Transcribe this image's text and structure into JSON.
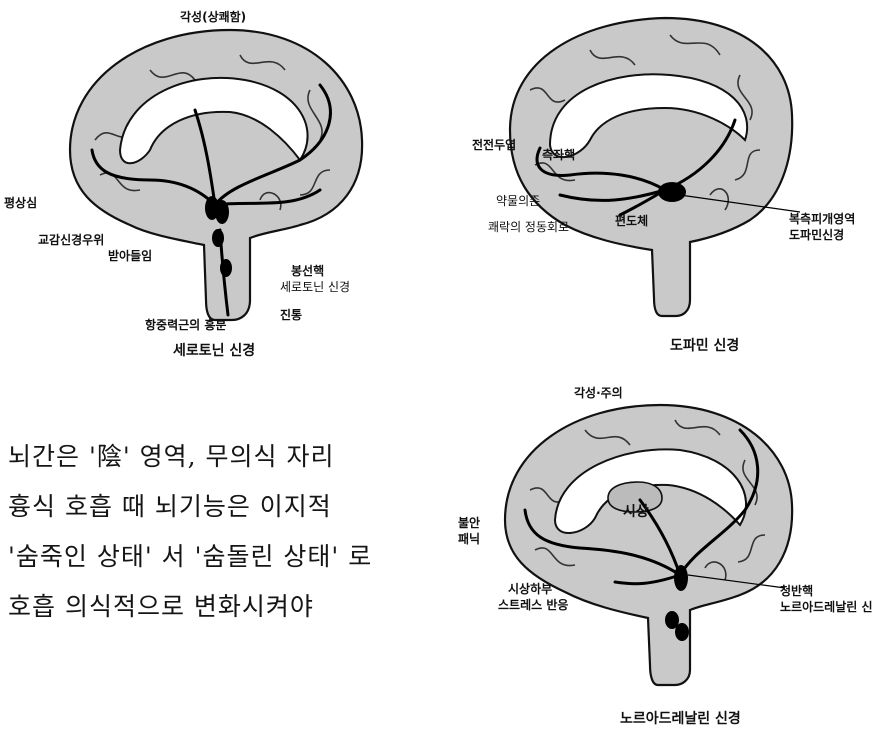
{
  "serotonin": {
    "top_label": "각성(상쾌함)",
    "left_label": "평상심",
    "autonomic_label_1": "교감신경우위",
    "autonomic_label_2": "받아들임",
    "raphe_label": "봉선핵",
    "neuron_label": "세로토닌 신경",
    "analgesia_label": "진통",
    "antigravity_label": "항중력근의 흥분",
    "caption": "세로토닌 신경"
  },
  "dopamine": {
    "prefrontal_label": "전전두엽",
    "accumbens_label": "측좌핵",
    "addiction_label": "약물의존",
    "reward_label": "쾌락의 정동회로",
    "amygdala_label": "편도체",
    "vta_label_1": "복측피개영역",
    "vta_label_2": "도파민신경",
    "caption": "도파민 신경"
  },
  "noradrenaline": {
    "top_label": "각성·주의",
    "anxiety_label_1": "불안",
    "anxiety_label_2": "패닉",
    "thalamus_label": "시상",
    "hypothalamus_label_1": "시상하부",
    "hypothalamus_label_2": "스트레스 반응",
    "locus_label_1": "청반핵",
    "locus_label_2": "노르아드레날린 신",
    "caption": "노르아드레날린 신경"
  },
  "headline": {
    "line1": "뇌간은 '陰' 영역, 무의식 자리",
    "line2": "흉식 호흡 때 뇌기능은 이지적",
    "line3": "'숨죽인 상태' 서 '숨돌린 상태' 로",
    "line4": "호흡 의식적으로 변화시켜야"
  }
}
